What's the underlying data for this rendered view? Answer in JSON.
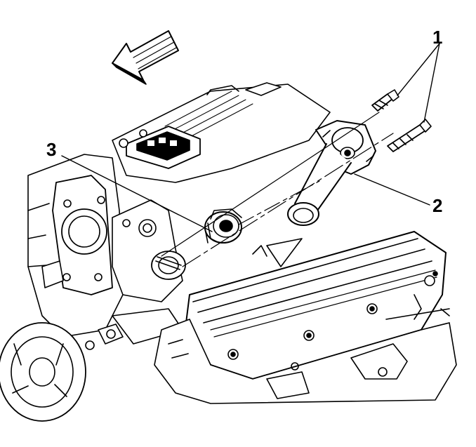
{
  "callouts": {
    "bolts": "1",
    "water_outlet": "2",
    "thermostat": "3"
  },
  "icons": {
    "direction_arrow": "front-direction-arrow-icon"
  },
  "colors": {
    "line": "#000000",
    "background": "#ffffff"
  }
}
